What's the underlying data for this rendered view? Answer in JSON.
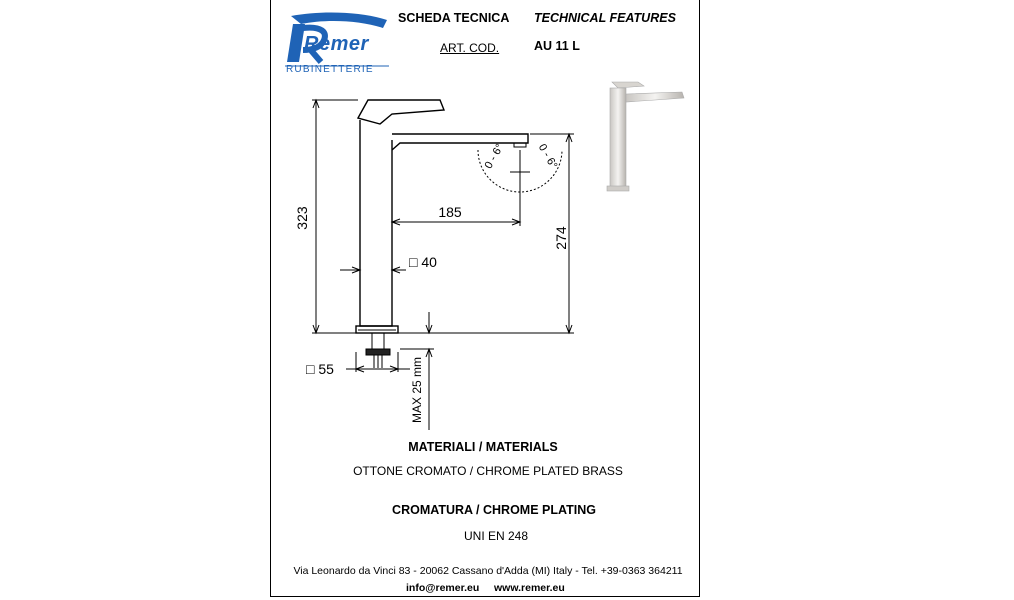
{
  "brand": {
    "name": "Remer",
    "subtitle": "RUBINETTERIE"
  },
  "header": {
    "title_it": "SCHEDA TECNICA",
    "title_en": "TECHNICAL FEATURES",
    "art_label": "ART. COD.",
    "art_code": "AU 11 L"
  },
  "drawing": {
    "height_total": "323",
    "height_spout": "274",
    "reach": "185",
    "body_square": "□ 40",
    "base_square": "□ 55",
    "max_thickness": "MAX 25 mm",
    "angle_left": "0 - 6°",
    "angle_right": "0 - 6°"
  },
  "materials": {
    "heading": "MATERIALI / MATERIALS",
    "value": "OTTONE CROMATO / CHROME PLATED BRASS"
  },
  "plating": {
    "heading": "CROMATURA / CHROME PLATING",
    "value": "UNI EN 248"
  },
  "footer": {
    "address": "Via Leonardo da Vinci 83 - 20062 Cassano d'Adda (MI) Italy - Tel. +39-0363 364211",
    "email": "info@remer.eu",
    "website": "www.remer.eu"
  },
  "colors": {
    "brand_blue": "#1f63b6"
  }
}
